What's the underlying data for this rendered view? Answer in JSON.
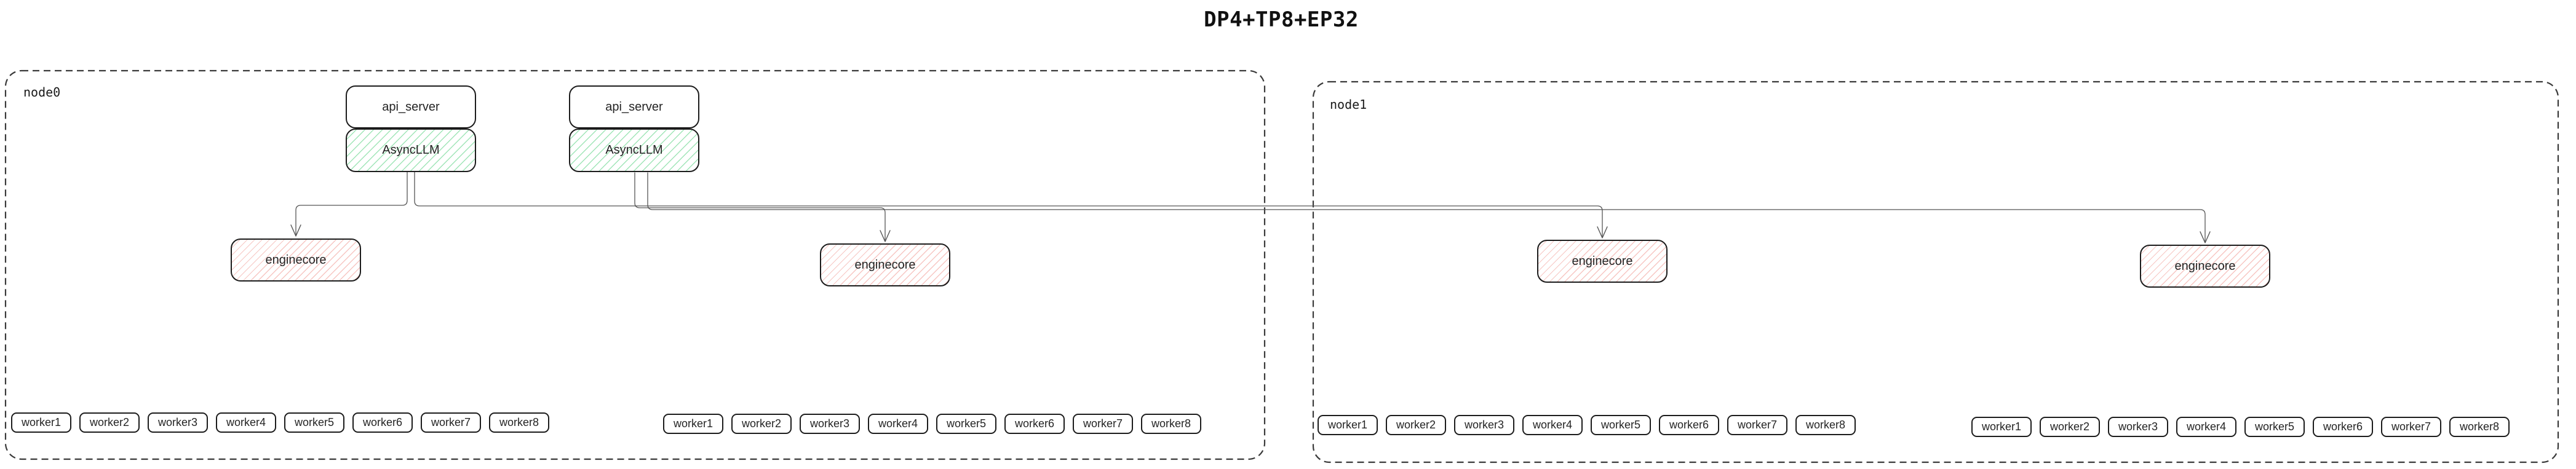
{
  "title": "DP4+TP8+EP32",
  "nodes": [
    {
      "label": "node0",
      "stacks": [
        {
          "api_server": "api_server",
          "async_llm": "AsyncLLM"
        },
        {
          "api_server": "api_server",
          "async_llm": "AsyncLLM"
        }
      ],
      "enginecores": [
        "enginecore",
        "enginecore"
      ],
      "worker_rows": [
        [
          "worker1",
          "worker2",
          "worker3",
          "worker4",
          "worker5",
          "worker6",
          "worker7",
          "worker8"
        ],
        [
          "worker1",
          "worker2",
          "worker3",
          "worker4",
          "worker5",
          "worker6",
          "worker7",
          "worker8"
        ]
      ]
    },
    {
      "label": "node1",
      "stacks": [],
      "enginecores": [
        "enginecore",
        "enginecore"
      ],
      "worker_rows": [
        [
          "worker1",
          "worker2",
          "worker3",
          "worker4",
          "worker5",
          "worker6",
          "worker7",
          "worker8"
        ],
        [
          "worker1",
          "worker2",
          "worker3",
          "worker4",
          "worker5",
          "worker6",
          "worker7",
          "worker8"
        ]
      ]
    }
  ],
  "edges": [
    {
      "from": "node0.AsyncLLM.1",
      "to": "node0.enginecore.1"
    },
    {
      "from": "node0.AsyncLLM.1",
      "to": "node1.enginecore.1"
    },
    {
      "from": "node0.AsyncLLM.2",
      "to": "node0.enginecore.2"
    },
    {
      "from": "node0.AsyncLLM.2",
      "to": "node1.enginecore.2"
    }
  ],
  "colors": {
    "box_border": "#1c1c1c",
    "node_border": "#3a3a3a",
    "edge_line": "#555555",
    "arrow": "#555555",
    "async_hatch": "rgba(110,215,145,0.65)",
    "engine_hatch": "rgba(242,160,154,0.6)",
    "text": "#222222",
    "background": "#ffffff"
  }
}
